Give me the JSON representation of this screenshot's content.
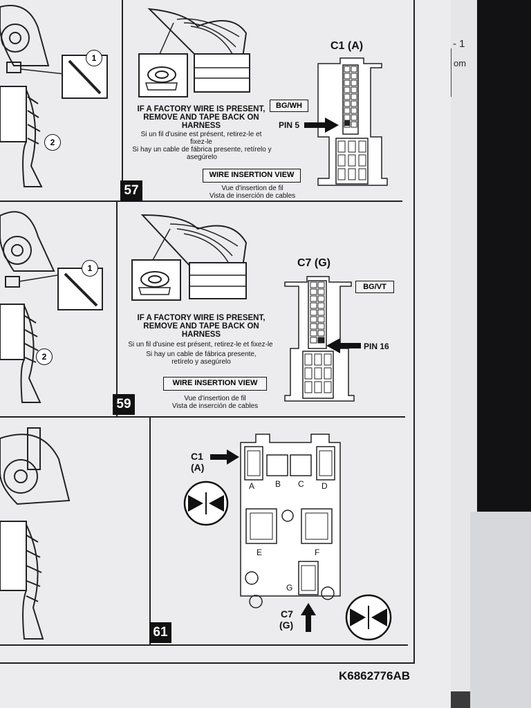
{
  "step57": {
    "number": "57",
    "warning_en": "IF A FACTORY WIRE IS PRESENT, REMOVE AND TAPE BACK ON HARNESS",
    "warning_fr": "Si un fil d'usine est présent, retirez-le et fixez-le",
    "warning_es": "Si hay un cable de fábrica presente, retírelo y asegúrelo",
    "view_label": "WIRE INSERTION VIEW",
    "view_fr": "Vue d'insertion de fil",
    "view_es": "Vista de inserción de cables",
    "connector": "C1 (A)",
    "wire_color": "BG/WH",
    "pin": "PIN 5"
  },
  "step59": {
    "number": "59",
    "warning_en": "IF A FACTORY WIRE IS PRESENT, REMOVE AND TAPE BACK ON HARNESS",
    "warning_fr": "Si un fil d'usine est présent, retirez-le et fixez-le",
    "warning_es": "Si hay un cable de fábrica presente, retírelo y asegúrelo",
    "view_label": "WIRE INSERTION VIEW",
    "view_fr": "Vue d'insertion de fil",
    "view_es": "Vista de inserción de cables",
    "connector": "C7 (G)",
    "wire_color": "BG/VT",
    "pin": "PIN 16"
  },
  "step61": {
    "number": "61",
    "c1_label": "C1",
    "c1_sub": "(A)",
    "c7_label": "C7",
    "c7_sub": "(G)",
    "ports": [
      "A",
      "B",
      "C",
      "D",
      "E",
      "F",
      "G"
    ]
  },
  "left_callouts": [
    "1",
    "2"
  ],
  "back_page": {
    "page_mark": "- 1",
    "partial": "om"
  },
  "part_number": "K6862776AB"
}
